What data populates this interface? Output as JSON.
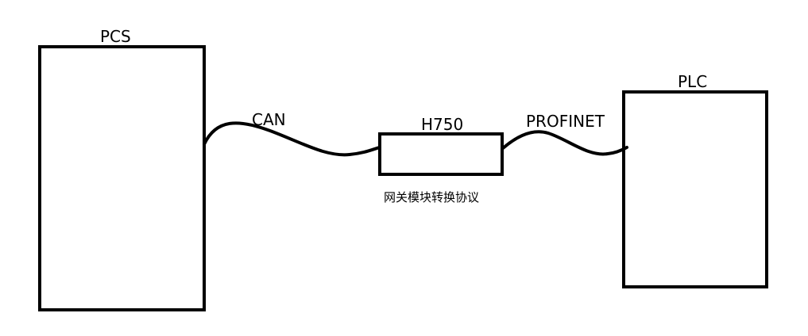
{
  "diagram": {
    "nodes": {
      "pcs": {
        "label": "PCS"
      },
      "gateway": {
        "label": "H750",
        "caption": "网关模块转换协议"
      },
      "plc": {
        "label": "PLC"
      }
    },
    "links": {
      "pcs_to_gateway": {
        "label": "CAN"
      },
      "gateway_to_plc": {
        "label": "PROFINET"
      }
    }
  }
}
